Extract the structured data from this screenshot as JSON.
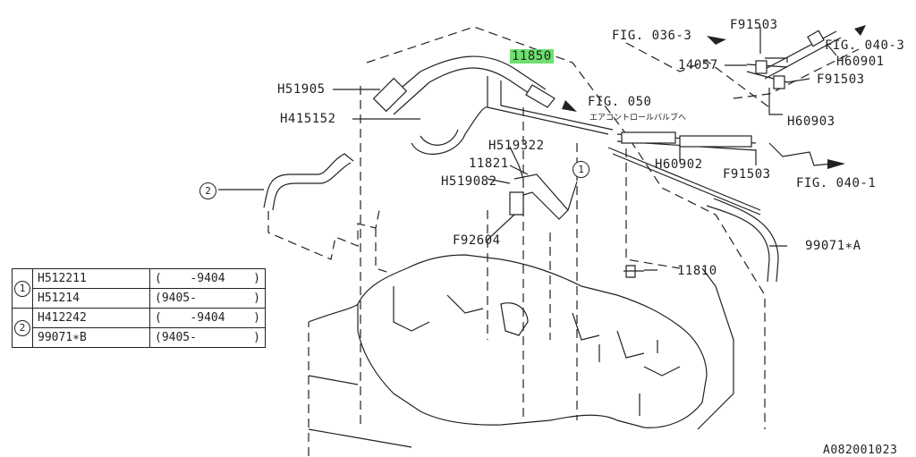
{
  "labels": {
    "p11850": "11850",
    "fig036_3": "FIG. 036-3",
    "f91503_top": "F91503",
    "fig040_3": "FIG. 040-3",
    "p14057": "14057",
    "h60901": "H60901",
    "f91503_mid": "F91503",
    "h51905": "H51905",
    "fig050": "FIG. 050",
    "fig050_sub": "エアコントロールバルブへ",
    "h60903": "H60903",
    "h415152": "H415152",
    "h519322": "H519322",
    "h60902": "H60902",
    "p11821": "11821",
    "f91503_low": "F91503",
    "h519082": "H519082",
    "fig040_1": "FIG. 040-1",
    "f92604": "F92604",
    "p99071a": "99071∗A",
    "p11810": "11810",
    "ref_code": "A082001023"
  },
  "callouts": {
    "one": "1",
    "two": "2"
  },
  "legend": {
    "group1": {
      "marker": "1",
      "rows": [
        {
          "part": "H512211",
          "open": "(",
          "period": "-9404",
          "close": ")"
        },
        {
          "part": "H51214",
          "open": "(9405-",
          "period": "",
          "close": ")"
        }
      ]
    },
    "group2": {
      "marker": "2",
      "rows": [
        {
          "part": "H412242",
          "open": "(",
          "period": "-9404",
          "close": ")"
        },
        {
          "part": "99071∗B",
          "open": "(9405-",
          "period": "",
          "close": ")"
        }
      ]
    }
  },
  "colors": {
    "highlight": "#6ee06e",
    "ink": "#222222"
  }
}
